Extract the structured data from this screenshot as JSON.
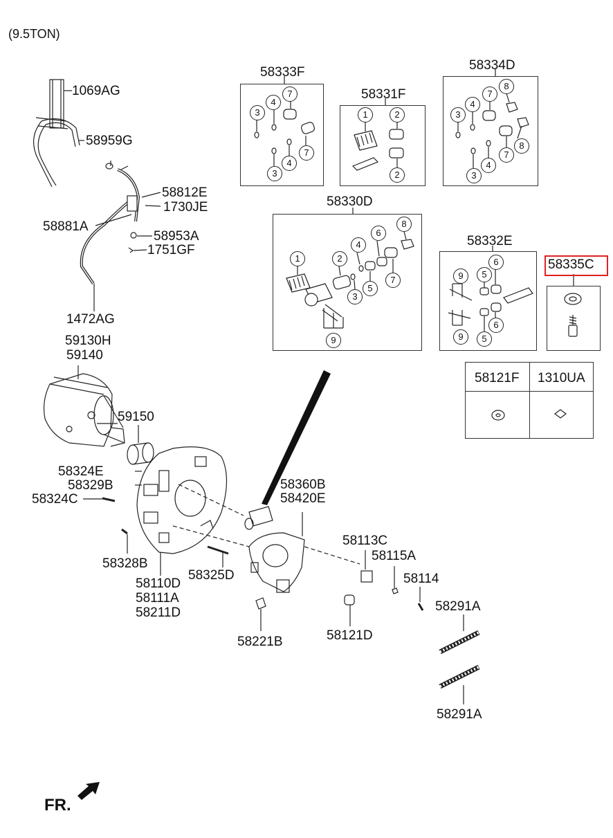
{
  "variant": "(9.5TON)",
  "highlight_color": "#e02020",
  "fr_label": "FR.",
  "kits": {
    "k58333F": "58333F",
    "k58331F": "58331F",
    "k58334D": "58334D",
    "k58330D": "58330D",
    "k58332E": "58332E",
    "k58335C": "58335C"
  },
  "hose_parts": {
    "p1069AG": "1069AG",
    "p58959G": "58959G",
    "p58812E": "58812E",
    "p1730JE": "1730JE",
    "p58881A": "58881A",
    "p58953A": "58953A",
    "p1751GF": "1751GF",
    "p1472AG": "1472AG"
  },
  "brake_parts": {
    "p59130H": "59130H",
    "p59140": "59140",
    "p59150": "59150",
    "p58324E": "58324E",
    "p58329B": "58329B",
    "p58324C": "58324C",
    "p58328B": "58328B",
    "p58110D": "58110D",
    "p58111A": "58111A",
    "p58211D": "58211D",
    "p58325D": "58325D",
    "p58360B": "58360B",
    "p58420E": "58420E",
    "p58221B": "58221B",
    "p58113C": "58113C",
    "p58115A": "58115A",
    "p58114": "58114",
    "p58121D": "58121D",
    "p58291A_top": "58291A",
    "p58291A_bottom": "58291A"
  },
  "table": {
    "col1": "58121F",
    "col2": "1310UA"
  },
  "num": {
    "n1": "1",
    "n2": "2",
    "n3": "3",
    "n4": "4",
    "n5": "5",
    "n6": "6",
    "n7": "7",
    "n8": "8",
    "n9": "9"
  }
}
